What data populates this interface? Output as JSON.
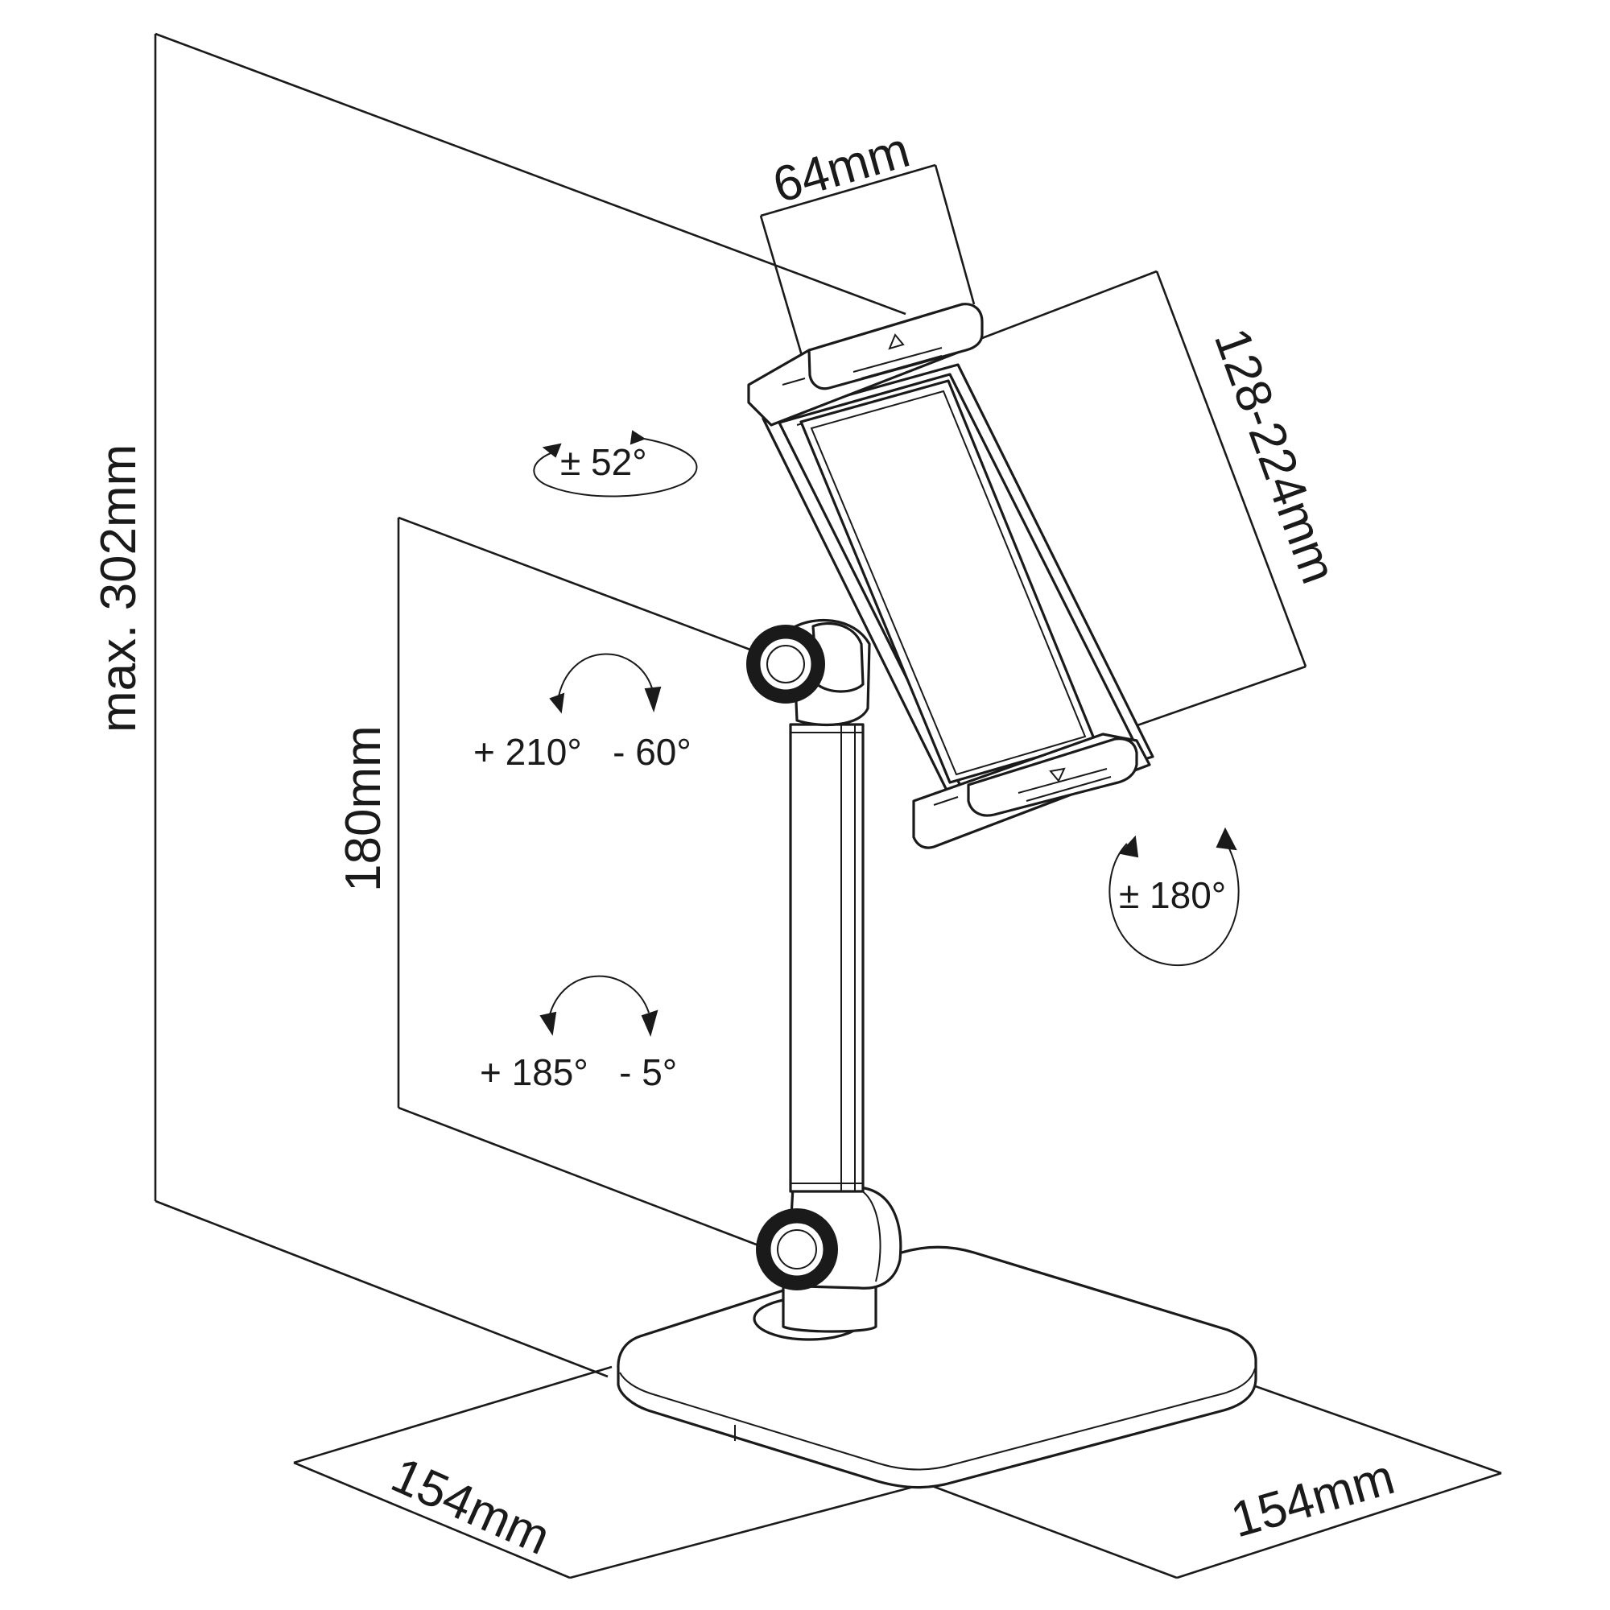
{
  "dimensions": {
    "max_height": "max. 302mm",
    "arm_height": "180mm",
    "clamp_depth": "64mm",
    "clamp_range": "128-224mm",
    "base_depth": "154mm",
    "base_width": "154mm"
  },
  "rotations": {
    "top_swivel": "± 52°",
    "upper_joint": "+ 210°   - 60°",
    "lower_joint": "+ 185°   - 5°",
    "holder_rotation": "± 180°"
  }
}
